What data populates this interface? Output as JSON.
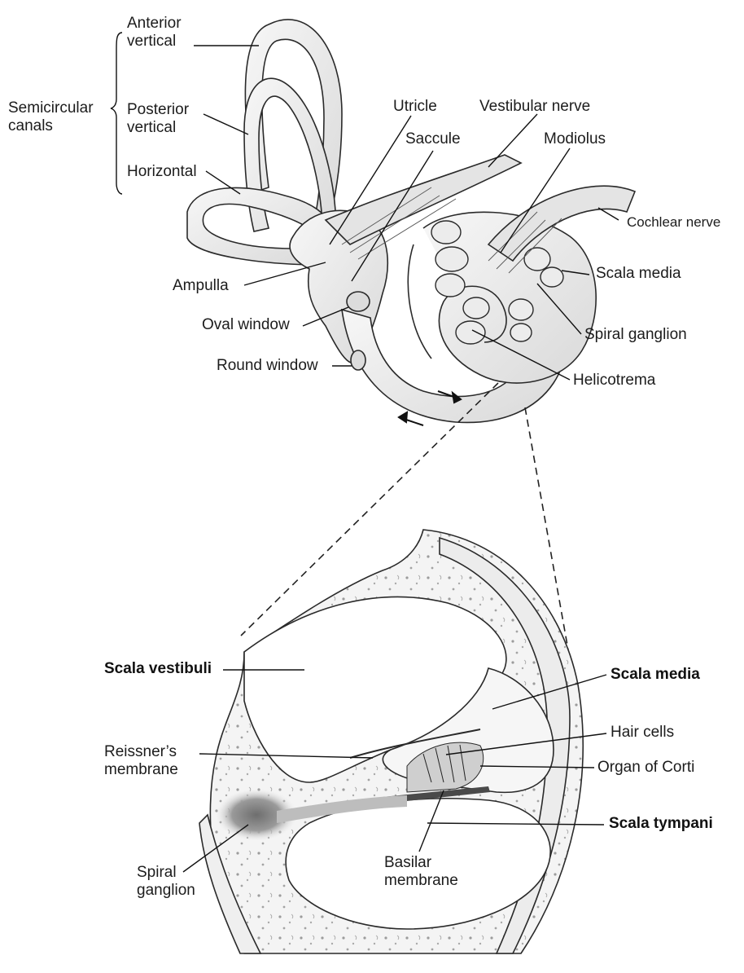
{
  "labels": {
    "semicircular_canals": [
      "Semicircular",
      "canals"
    ],
    "anterior_vertical": [
      "Anterior",
      "vertical"
    ],
    "posterior_vertical": [
      "Posterior",
      "vertical"
    ],
    "horizontal": "Horizontal",
    "utricle": "Utricle",
    "saccule": "Saccule",
    "vestibular_nerve": "Vestibular nerve",
    "modiolus": "Modiolus",
    "cochlear_nerve": "Cochlear nerve",
    "scala_media_top": "Scala media",
    "spiral_ganglion_top": "Spiral ganglion",
    "helicotrema": "Helicotrema",
    "ampulla": "Ampulla",
    "oval_window": "Oval window",
    "round_window": "Round window",
    "scala_vestibuli": "Scala vestibuli",
    "scala_media_bottom": "Scala media",
    "hair_cells": "Hair cells",
    "reissners_membrane": [
      "Reissner’s",
      "membrane"
    ],
    "organ_of_corti": "Organ of Corti",
    "scala_tympani": "Scala tympani",
    "basilar_membrane": [
      "Basilar",
      "membrane"
    ],
    "spiral_ganglion_bottom": [
      "Spiral",
      "ganglion"
    ]
  },
  "colors": {
    "ink": "#1c1c1c",
    "tissue": "#e6e6e6",
    "tissue_dark": "#bdbdbd",
    "bone": "#f2f2f2",
    "ganglion": "#8a8a8a",
    "background": "#ffffff"
  }
}
